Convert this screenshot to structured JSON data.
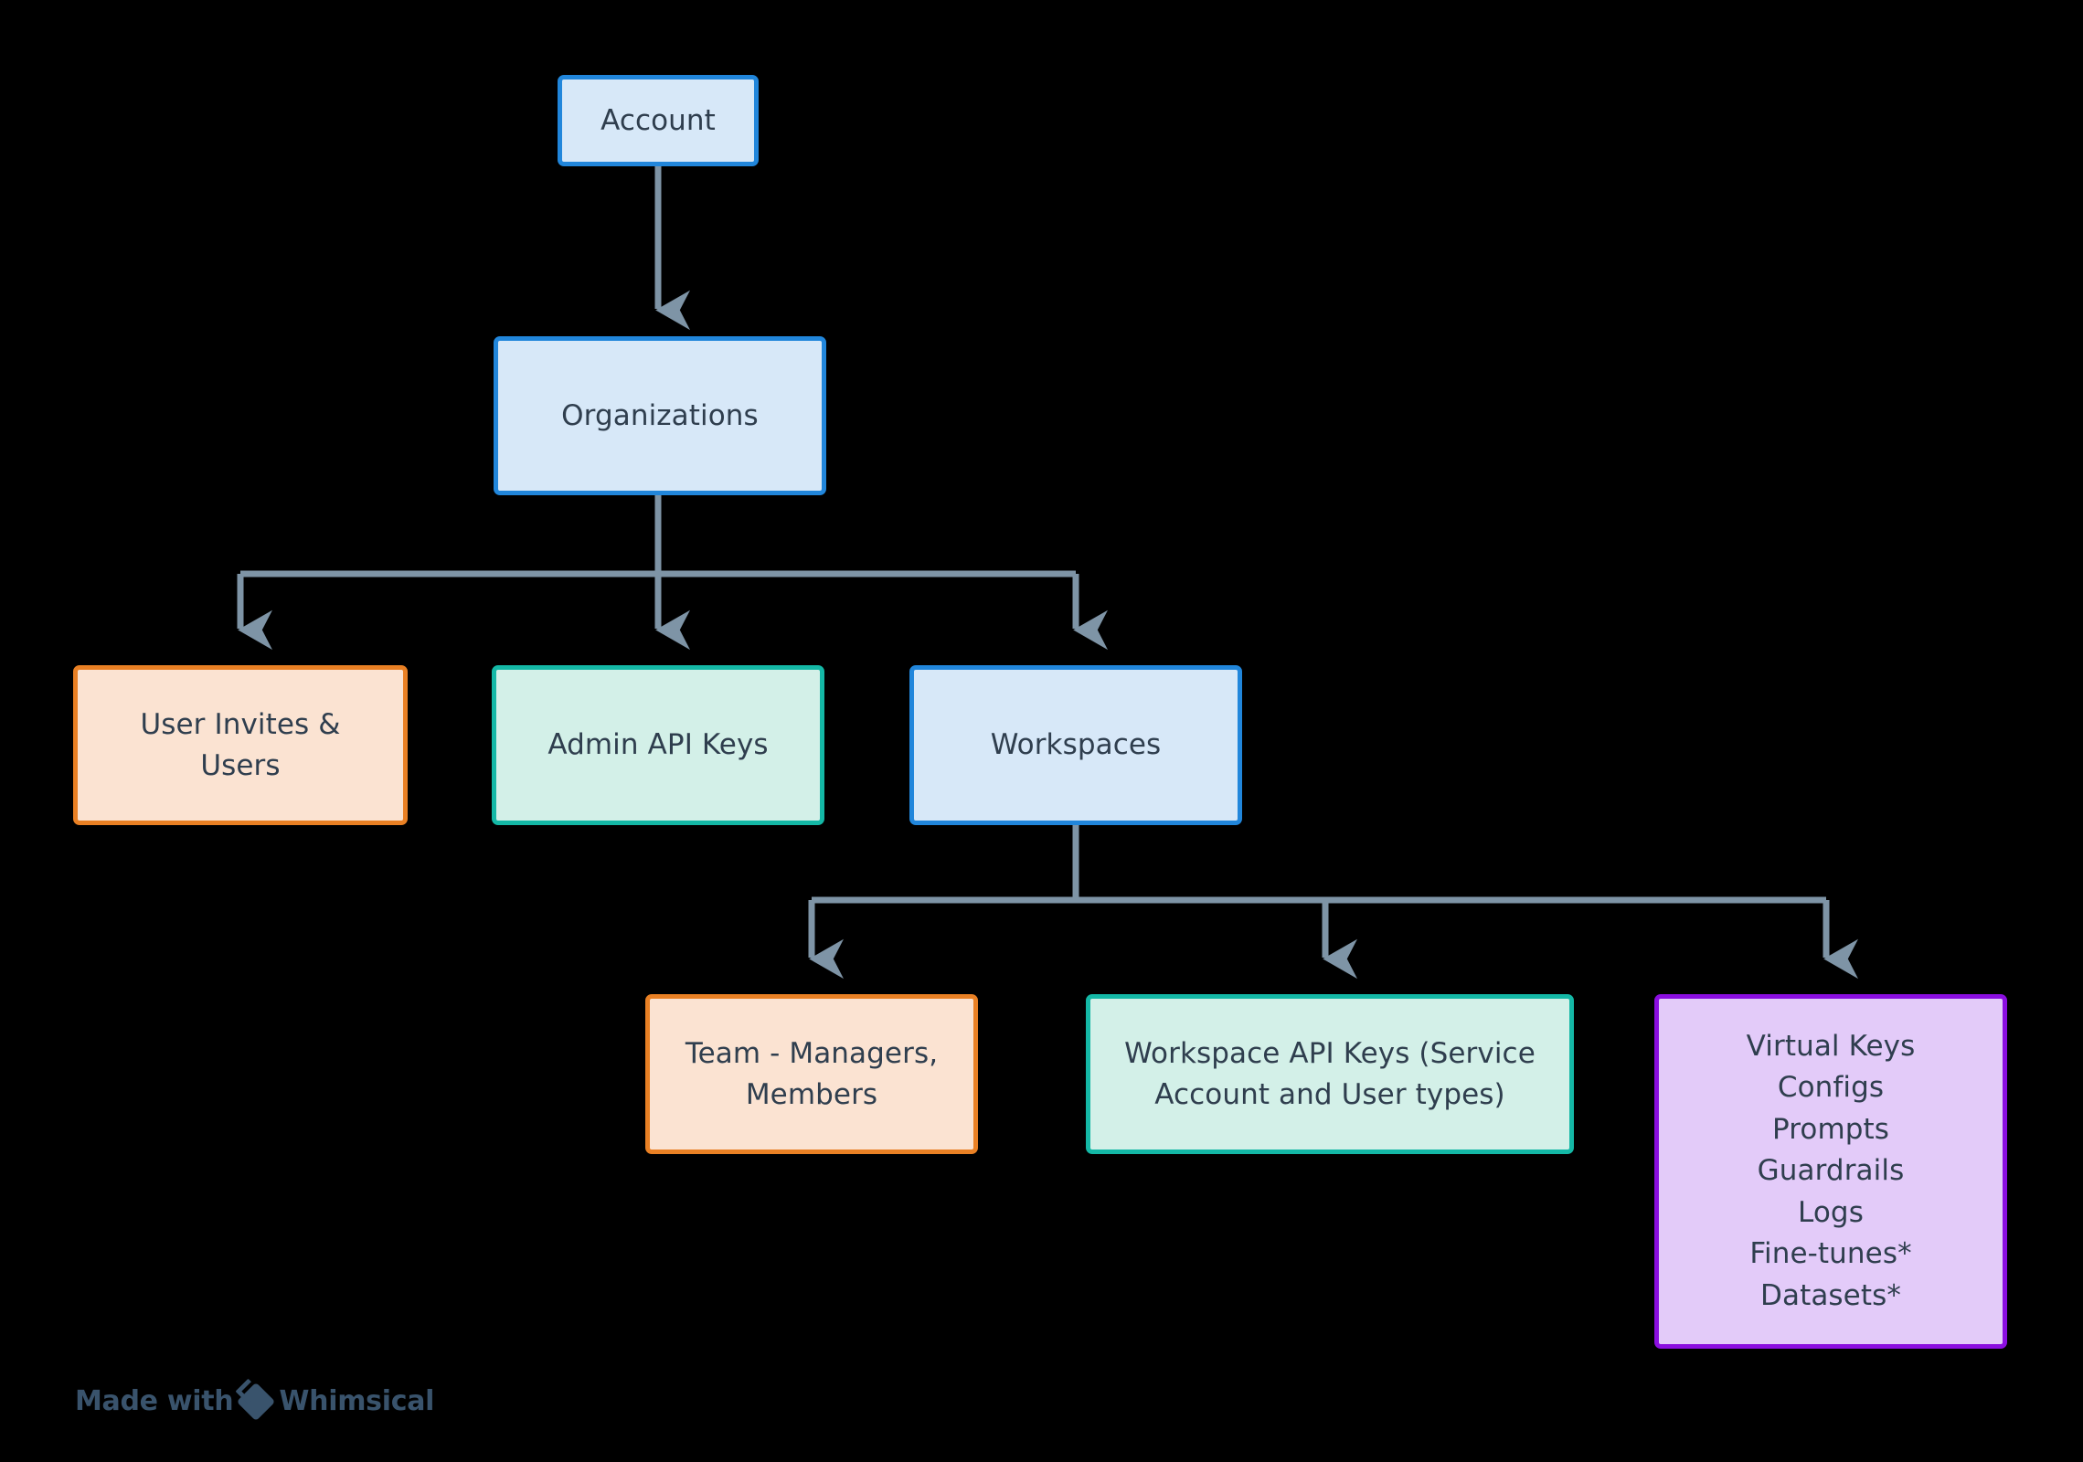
{
  "diagram": {
    "type": "hierarchy-tree",
    "background_color": "#000000",
    "edge_color": "#7e94a6",
    "text_color": "#2f3e4e",
    "nodes": [
      {
        "id": "account",
        "label": "Account",
        "color_fill": "#d7e8f8",
        "color_border": "#2186db",
        "level": 0
      },
      {
        "id": "organizations",
        "label": "Organizations",
        "color_fill": "#d7e8f8",
        "color_border": "#2186db",
        "level": 1
      },
      {
        "id": "user-invites-users",
        "label": "User Invites &\nUsers",
        "color_fill": "#fbe3d2",
        "color_border": "#e98024",
        "level": 2
      },
      {
        "id": "admin-api-keys",
        "label": "Admin API Keys",
        "color_fill": "#d3f0e8",
        "color_border": "#14b8a6",
        "level": 2
      },
      {
        "id": "workspaces",
        "label": "Workspaces",
        "color_fill": "#d7e8f8",
        "color_border": "#2186db",
        "level": 2
      },
      {
        "id": "team-managers-members",
        "label": "Team - Managers,\nMembers",
        "color_fill": "#fbe3d2",
        "color_border": "#e98024",
        "level": 3
      },
      {
        "id": "workspace-api-keys",
        "label": "Workspace API Keys (Service\nAccount and User types)",
        "color_fill": "#d3f0e8",
        "color_border": "#14b8a6",
        "level": 3
      },
      {
        "id": "workspace-resources",
        "label": "Virtual Keys\nConfigs\nPrompts\nGuardrails\nLogs\nFine-tunes*\nDatasets*",
        "color_fill": "#e3cbf9",
        "color_border": "#8b0ee0",
        "level": 3
      }
    ],
    "edges": [
      {
        "from": "account",
        "to": "organizations"
      },
      {
        "from": "organizations",
        "to": "user-invites-users"
      },
      {
        "from": "organizations",
        "to": "admin-api-keys"
      },
      {
        "from": "organizations",
        "to": "workspaces"
      },
      {
        "from": "workspaces",
        "to": "team-managers-members"
      },
      {
        "from": "workspaces",
        "to": "workspace-api-keys"
      },
      {
        "from": "workspaces",
        "to": "workspace-resources"
      }
    ]
  },
  "watermark": {
    "text_before": "Made with",
    "text_after": "Whimsical",
    "color": "#3d5872"
  }
}
